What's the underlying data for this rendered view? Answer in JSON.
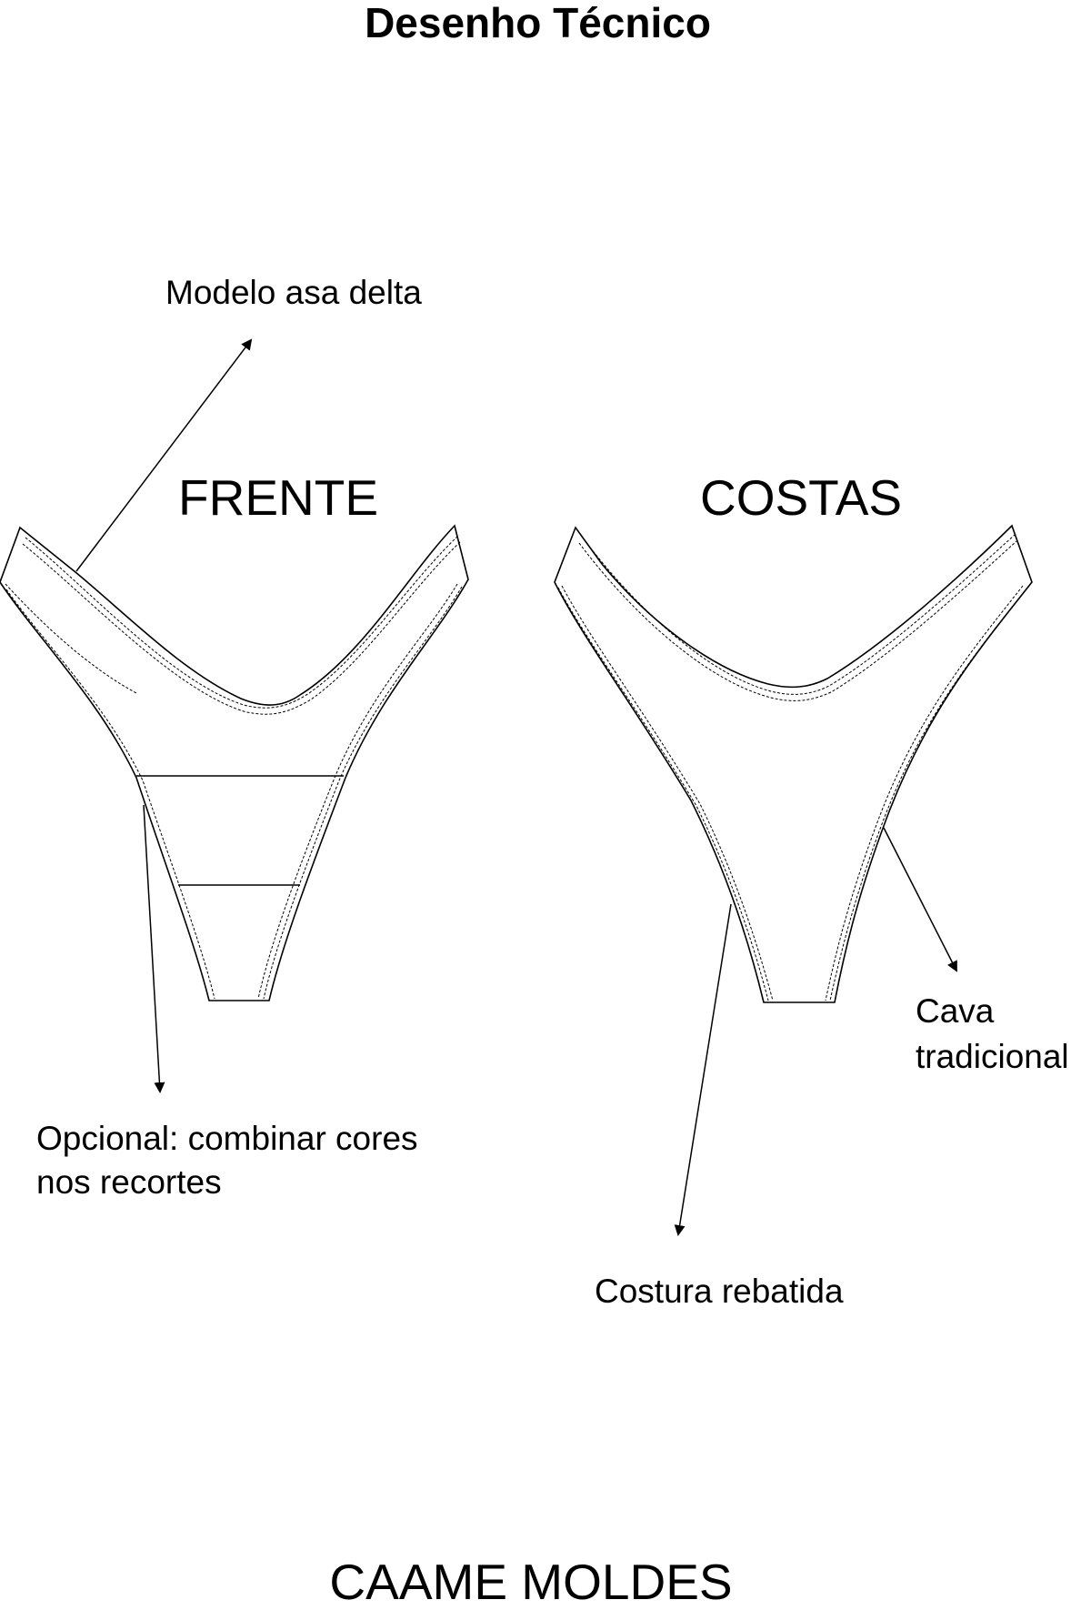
{
  "title": "Desenho Técnico",
  "labels": {
    "modelo": "Modelo asa delta",
    "frente": "FRENTE",
    "costas": "COSTAS",
    "cava_line1": "Cava",
    "cava_line2": "tradicional",
    "opcional_line1": "Opcional: combinar cores",
    "opcional_line2": "nos recortes",
    "costura": "Costura rebatida"
  },
  "footer": "CAAME MOLDES",
  "colors": {
    "ink": "#000000",
    "background": "#ffffff"
  }
}
